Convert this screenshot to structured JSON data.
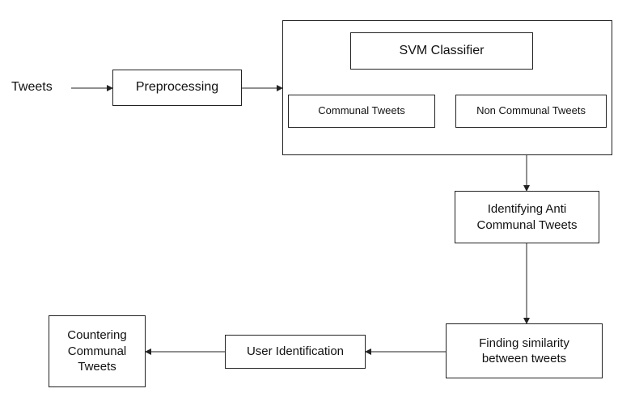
{
  "diagram": {
    "input_label": "Tweets",
    "preprocessing": "Preprocessing",
    "svm_classifier": "SVM Classifier",
    "communal_tweets": "Communal Tweets",
    "non_communal_tweets": "Non Communal Tweets",
    "identifying_anti": [
      "Identifying Anti",
      "Communal Tweets"
    ],
    "finding_similarity": [
      "Finding similarity",
      "between tweets"
    ],
    "user_identification": "User Identification",
    "countering": [
      "Countering",
      "Communal",
      "Tweets"
    ]
  }
}
